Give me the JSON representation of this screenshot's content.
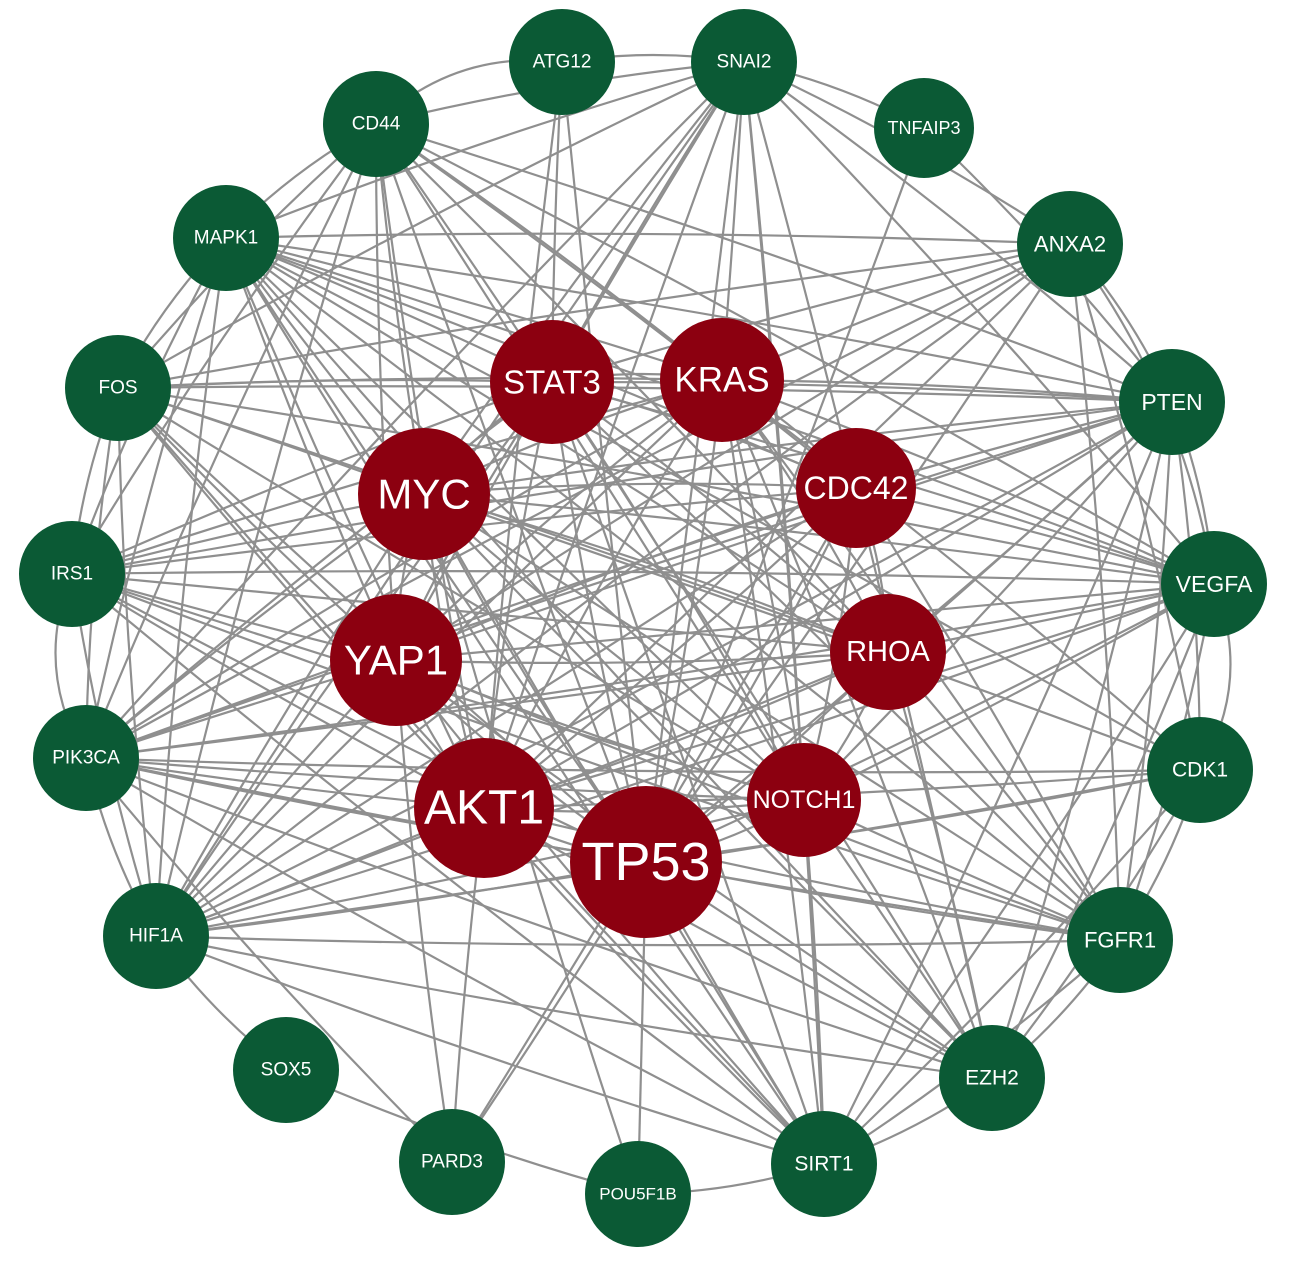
{
  "colors": {
    "hub": "#8c0010",
    "peripheral": "#0b5a35",
    "edge": "#8f8f8f",
    "label": "#ffffff"
  },
  "nodes": [
    {
      "id": "ATG12",
      "label": "ATG12",
      "group": "peripheral"
    },
    {
      "id": "SNAI2",
      "label": "SNAI2",
      "group": "peripheral"
    },
    {
      "id": "TNFAIP3",
      "label": "TNFAIP3",
      "group": "peripheral"
    },
    {
      "id": "CD44",
      "label": "CD44",
      "group": "peripheral"
    },
    {
      "id": "MAPK1",
      "label": "MAPK1",
      "group": "peripheral"
    },
    {
      "id": "ANXA2",
      "label": "ANXA2",
      "group": "peripheral"
    },
    {
      "id": "FOS",
      "label": "FOS",
      "group": "peripheral"
    },
    {
      "id": "PTEN",
      "label": "PTEN",
      "group": "peripheral"
    },
    {
      "id": "IRS1",
      "label": "IRS1",
      "group": "peripheral"
    },
    {
      "id": "VEGFA",
      "label": "VEGFA",
      "group": "peripheral"
    },
    {
      "id": "PIK3CA",
      "label": "PIK3CA",
      "group": "peripheral"
    },
    {
      "id": "CDK1",
      "label": "CDK1",
      "group": "peripheral"
    },
    {
      "id": "HIF1A",
      "label": "HIF1A",
      "group": "peripheral"
    },
    {
      "id": "FGFR1",
      "label": "FGFR1",
      "group": "peripheral"
    },
    {
      "id": "SOX5",
      "label": "SOX5",
      "group": "peripheral"
    },
    {
      "id": "EZH2",
      "label": "EZH2",
      "group": "peripheral"
    },
    {
      "id": "PARD3",
      "label": "PARD3",
      "group": "peripheral"
    },
    {
      "id": "POU5F1B",
      "label": "POU5F1B",
      "group": "peripheral"
    },
    {
      "id": "SIRT1",
      "label": "SIRT1",
      "group": "peripheral"
    },
    {
      "id": "STAT3",
      "label": "STAT3",
      "group": "hub"
    },
    {
      "id": "KRAS",
      "label": "KRAS",
      "group": "hub"
    },
    {
      "id": "MYC",
      "label": "MYC",
      "group": "hub"
    },
    {
      "id": "CDC42",
      "label": "CDC42",
      "group": "hub"
    },
    {
      "id": "YAP1",
      "label": "YAP1",
      "group": "hub"
    },
    {
      "id": "RHOA",
      "label": "RHOA",
      "group": "hub"
    },
    {
      "id": "AKT1",
      "label": "AKT1",
      "group": "hub"
    },
    {
      "id": "NOTCH1",
      "label": "NOTCH1",
      "group": "hub"
    },
    {
      "id": "TP53",
      "label": "TP53",
      "group": "hub"
    }
  ],
  "edges": [
    [
      "TP53",
      "AKT1"
    ],
    [
      "TP53",
      "MYC"
    ],
    [
      "TP53",
      "YAP1"
    ],
    [
      "TP53",
      "STAT3"
    ],
    [
      "TP53",
      "KRAS"
    ],
    [
      "TP53",
      "CDC42"
    ],
    [
      "TP53",
      "RHOA"
    ],
    [
      "TP53",
      "NOTCH1"
    ],
    [
      "TP53",
      "ATG12"
    ],
    [
      "TP53",
      "SNAI2"
    ],
    [
      "TP53",
      "CD44"
    ],
    [
      "TP53",
      "MAPK1"
    ],
    [
      "TP53",
      "FOS"
    ],
    [
      "TP53",
      "IRS1"
    ],
    [
      "TP53",
      "PIK3CA"
    ],
    [
      "TP53",
      "HIF1A"
    ],
    [
      "TP53",
      "PARD3"
    ],
    [
      "TP53",
      "POU5F1B"
    ],
    [
      "TP53",
      "SIRT1"
    ],
    [
      "TP53",
      "EZH2"
    ],
    [
      "TP53",
      "FGFR1"
    ],
    [
      "TP53",
      "CDK1"
    ],
    [
      "TP53",
      "VEGFA"
    ],
    [
      "TP53",
      "PTEN"
    ],
    [
      "TP53",
      "ANXA2"
    ],
    [
      "TP53",
      "TNFAIP3"
    ],
    [
      "AKT1",
      "MYC"
    ],
    [
      "AKT1",
      "YAP1"
    ],
    [
      "AKT1",
      "STAT3"
    ],
    [
      "AKT1",
      "KRAS"
    ],
    [
      "AKT1",
      "CDC42"
    ],
    [
      "AKT1",
      "RHOA"
    ],
    [
      "AKT1",
      "NOTCH1"
    ],
    [
      "AKT1",
      "CD44"
    ],
    [
      "AKT1",
      "MAPK1"
    ],
    [
      "AKT1",
      "FOS"
    ],
    [
      "AKT1",
      "IRS1"
    ],
    [
      "AKT1",
      "PIK3CA"
    ],
    [
      "AKT1",
      "HIF1A"
    ],
    [
      "AKT1",
      "PARD3"
    ],
    [
      "AKT1",
      "SIRT1"
    ],
    [
      "AKT1",
      "EZH2"
    ],
    [
      "AKT1",
      "FGFR1"
    ],
    [
      "AKT1",
      "CDK1"
    ],
    [
      "AKT1",
      "VEGFA"
    ],
    [
      "AKT1",
      "PTEN"
    ],
    [
      "AKT1",
      "ANXA2"
    ],
    [
      "AKT1",
      "SNAI2"
    ],
    [
      "AKT1",
      "ATG12"
    ],
    [
      "MYC",
      "YAP1"
    ],
    [
      "MYC",
      "STAT3"
    ],
    [
      "MYC",
      "KRAS"
    ],
    [
      "MYC",
      "CDC42"
    ],
    [
      "MYC",
      "RHOA"
    ],
    [
      "MYC",
      "NOTCH1"
    ],
    [
      "MYC",
      "CD44"
    ],
    [
      "MYC",
      "MAPK1"
    ],
    [
      "MYC",
      "FOS"
    ],
    [
      "MYC",
      "IRS1"
    ],
    [
      "MYC",
      "PIK3CA"
    ],
    [
      "MYC",
      "HIF1A"
    ],
    [
      "MYC",
      "SIRT1"
    ],
    [
      "MYC",
      "EZH2"
    ],
    [
      "MYC",
      "FGFR1"
    ],
    [
      "MYC",
      "CDK1"
    ],
    [
      "MYC",
      "VEGFA"
    ],
    [
      "MYC",
      "PTEN"
    ],
    [
      "MYC",
      "SNAI2"
    ],
    [
      "MYC",
      "POU5F1B"
    ],
    [
      "YAP1",
      "STAT3"
    ],
    [
      "YAP1",
      "KRAS"
    ],
    [
      "YAP1",
      "CDC42"
    ],
    [
      "YAP1",
      "RHOA"
    ],
    [
      "YAP1",
      "NOTCH1"
    ],
    [
      "YAP1",
      "CD44"
    ],
    [
      "YAP1",
      "MAPK1"
    ],
    [
      "YAP1",
      "FOS"
    ],
    [
      "YAP1",
      "IRS1"
    ],
    [
      "YAP1",
      "PIK3CA"
    ],
    [
      "YAP1",
      "HIF1A"
    ],
    [
      "YAP1",
      "SIRT1"
    ],
    [
      "YAP1",
      "EZH2"
    ],
    [
      "YAP1",
      "FGFR1"
    ],
    [
      "YAP1",
      "VEGFA"
    ],
    [
      "YAP1",
      "PTEN"
    ],
    [
      "YAP1",
      "ANXA2"
    ],
    [
      "YAP1",
      "SNAI2"
    ],
    [
      "YAP1",
      "PARD3"
    ],
    [
      "STAT3",
      "KRAS"
    ],
    [
      "STAT3",
      "CDC42"
    ],
    [
      "STAT3",
      "RHOA"
    ],
    [
      "STAT3",
      "NOTCH1"
    ],
    [
      "STAT3",
      "CD44"
    ],
    [
      "STAT3",
      "MAPK1"
    ],
    [
      "STAT3",
      "FOS"
    ],
    [
      "STAT3",
      "IRS1"
    ],
    [
      "STAT3",
      "PIK3CA"
    ],
    [
      "STAT3",
      "HIF1A"
    ],
    [
      "STAT3",
      "SIRT1"
    ],
    [
      "STAT3",
      "EZH2"
    ],
    [
      "STAT3",
      "FGFR1"
    ],
    [
      "STAT3",
      "VEGFA"
    ],
    [
      "STAT3",
      "PTEN"
    ],
    [
      "STAT3",
      "ANXA2"
    ],
    [
      "STAT3",
      "ATG12"
    ],
    [
      "STAT3",
      "SNAI2"
    ],
    [
      "KRAS",
      "CDC42"
    ],
    [
      "KRAS",
      "RHOA"
    ],
    [
      "KRAS",
      "NOTCH1"
    ],
    [
      "KRAS",
      "MAPK1"
    ],
    [
      "KRAS",
      "PIK3CA"
    ],
    [
      "KRAS",
      "HIF1A"
    ],
    [
      "KRAS",
      "FOS"
    ],
    [
      "KRAS",
      "IRS1"
    ],
    [
      "KRAS",
      "CD44"
    ],
    [
      "KRAS",
      "PTEN"
    ],
    [
      "KRAS",
      "VEGFA"
    ],
    [
      "KRAS",
      "FGFR1"
    ],
    [
      "KRAS",
      "SIRT1"
    ],
    [
      "KRAS",
      "EZH2"
    ],
    [
      "KRAS",
      "SNAI2"
    ],
    [
      "KRAS",
      "ANXA2"
    ],
    [
      "KRAS",
      "CDK1"
    ],
    [
      "CDC42",
      "RHOA"
    ],
    [
      "CDC42",
      "NOTCH1"
    ],
    [
      "CDC42",
      "PIK3CA"
    ],
    [
      "CDC42",
      "MAPK1"
    ],
    [
      "CDC42",
      "CD44"
    ],
    [
      "CDC42",
      "PARD3"
    ],
    [
      "CDC42",
      "VEGFA"
    ],
    [
      "CDC42",
      "PTEN"
    ],
    [
      "CDC42",
      "FGFR1"
    ],
    [
      "CDC42",
      "HIF1A"
    ],
    [
      "CDC42",
      "IRS1"
    ],
    [
      "RHOA",
      "NOTCH1"
    ],
    [
      "RHOA",
      "PIK3CA"
    ],
    [
      "RHOA",
      "MAPK1"
    ],
    [
      "RHOA",
      "CD44"
    ],
    [
      "RHOA",
      "VEGFA"
    ],
    [
      "RHOA",
      "PTEN"
    ],
    [
      "RHOA",
      "FGFR1"
    ],
    [
      "RHOA",
      "HIF1A"
    ],
    [
      "RHOA",
      "EZH2"
    ],
    [
      "RHOA",
      "IRS1"
    ],
    [
      "RHOA",
      "FOS"
    ],
    [
      "NOTCH1",
      "PIK3CA"
    ],
    [
      "NOTCH1",
      "HIF1A"
    ],
    [
      "NOTCH1",
      "MAPK1"
    ],
    [
      "NOTCH1",
      "CD44"
    ],
    [
      "NOTCH1",
      "VEGFA"
    ],
    [
      "NOTCH1",
      "PTEN"
    ],
    [
      "NOTCH1",
      "FGFR1"
    ],
    [
      "NOTCH1",
      "SIRT1"
    ],
    [
      "NOTCH1",
      "EZH2"
    ],
    [
      "NOTCH1",
      "SNAI2"
    ],
    [
      "NOTCH1",
      "IRS1"
    ],
    [
      "NOTCH1",
      "FOS"
    ],
    [
      "CD44",
      "MAPK1"
    ],
    [
      "CD44",
      "FOS"
    ],
    [
      "CD44",
      "PIK3CA"
    ],
    [
      "CD44",
      "HIF1A"
    ],
    [
      "CD44",
      "SNAI2"
    ],
    [
      "CD44",
      "ATG12"
    ],
    [
      "CD44",
      "VEGFA"
    ],
    [
      "CD44",
      "PTEN"
    ],
    [
      "CD44",
      "IRS1"
    ],
    [
      "MAPK1",
      "FOS"
    ],
    [
      "MAPK1",
      "IRS1"
    ],
    [
      "MAPK1",
      "PIK3CA"
    ],
    [
      "MAPK1",
      "HIF1A"
    ],
    [
      "MAPK1",
      "VEGFA"
    ],
    [
      "MAPK1",
      "PTEN"
    ],
    [
      "MAPK1",
      "ANXA2"
    ],
    [
      "MAPK1",
      "SNAI2"
    ],
    [
      "MAPK1",
      "SIRT1"
    ],
    [
      "MAPK1",
      "FGFR1"
    ],
    [
      "MAPK1",
      "CDK1"
    ],
    [
      "MAPK1",
      "EZH2"
    ],
    [
      "FOS",
      "IRS1"
    ],
    [
      "FOS",
      "PIK3CA"
    ],
    [
      "FOS",
      "HIF1A"
    ],
    [
      "FOS",
      "VEGFA"
    ],
    [
      "FOS",
      "PTEN"
    ],
    [
      "FOS",
      "SIRT1"
    ],
    [
      "FOS",
      "SNAI2"
    ],
    [
      "FOS",
      "ANXA2"
    ],
    [
      "IRS1",
      "PIK3CA"
    ],
    [
      "IRS1",
      "HIF1A"
    ],
    [
      "IRS1",
      "PTEN"
    ],
    [
      "IRS1",
      "VEGFA"
    ],
    [
      "IRS1",
      "SIRT1"
    ],
    [
      "IRS1",
      "FGFR1"
    ],
    [
      "PIK3CA",
      "HIF1A"
    ],
    [
      "PIK3CA",
      "PTEN"
    ],
    [
      "PIK3CA",
      "VEGFA"
    ],
    [
      "PIK3CA",
      "FGFR1"
    ],
    [
      "PIK3CA",
      "CDK1"
    ],
    [
      "PIK3CA",
      "SIRT1"
    ],
    [
      "PIK3CA",
      "EZH2"
    ],
    [
      "PIK3CA",
      "ANXA2"
    ],
    [
      "PIK3CA",
      "SNAI2"
    ],
    [
      "HIF1A",
      "VEGFA"
    ],
    [
      "HIF1A",
      "PTEN"
    ],
    [
      "HIF1A",
      "SIRT1"
    ],
    [
      "HIF1A",
      "EZH2"
    ],
    [
      "HIF1A",
      "FGFR1"
    ],
    [
      "HIF1A",
      "ANXA2"
    ],
    [
      "HIF1A",
      "CDK1"
    ],
    [
      "HIF1A",
      "SNAI2"
    ],
    [
      "PTEN",
      "VEGFA"
    ],
    [
      "PTEN",
      "FGFR1"
    ],
    [
      "PTEN",
      "SIRT1"
    ],
    [
      "PTEN",
      "EZH2"
    ],
    [
      "PTEN",
      "CDK1"
    ],
    [
      "PTEN",
      "ANXA2"
    ],
    [
      "PTEN",
      "SNAI2"
    ],
    [
      "PTEN",
      "TNFAIP3"
    ],
    [
      "VEGFA",
      "FGFR1"
    ],
    [
      "VEGFA",
      "SIRT1"
    ],
    [
      "VEGFA",
      "EZH2"
    ],
    [
      "VEGFA",
      "ANXA2"
    ],
    [
      "VEGFA",
      "SNAI2"
    ],
    [
      "VEGFA",
      "CDK1"
    ],
    [
      "FGFR1",
      "SIRT1"
    ],
    [
      "FGFR1",
      "EZH2"
    ],
    [
      "FGFR1",
      "CDK1"
    ],
    [
      "FGFR1",
      "ANXA2"
    ],
    [
      "SIRT1",
      "EZH2"
    ],
    [
      "SIRT1",
      "CDK1"
    ],
    [
      "SIRT1",
      "POU5F1B"
    ],
    [
      "SIRT1",
      "SNAI2"
    ],
    [
      "EZH2",
      "CDK1"
    ],
    [
      "EZH2",
      "SNAI2"
    ],
    [
      "CDK1",
      "ANXA2"
    ],
    [
      "SNAI2",
      "TNFAIP3"
    ],
    [
      "SNAI2",
      "ATG12"
    ],
    [
      "SNAI2",
      "ANXA2"
    ],
    [
      "POU5F1B",
      "SOX5"
    ],
    [
      "SOX5",
      "HIF1A"
    ],
    [
      "PARD3",
      "PIK3CA"
    ]
  ],
  "curved_edges": [
    [
      "IRS1",
      "PIK3CA"
    ],
    [
      "VEGFA",
      "CDK1"
    ],
    [
      "ANXA2",
      "VEGFA"
    ],
    [
      "CD44",
      "ATG12"
    ]
  ]
}
